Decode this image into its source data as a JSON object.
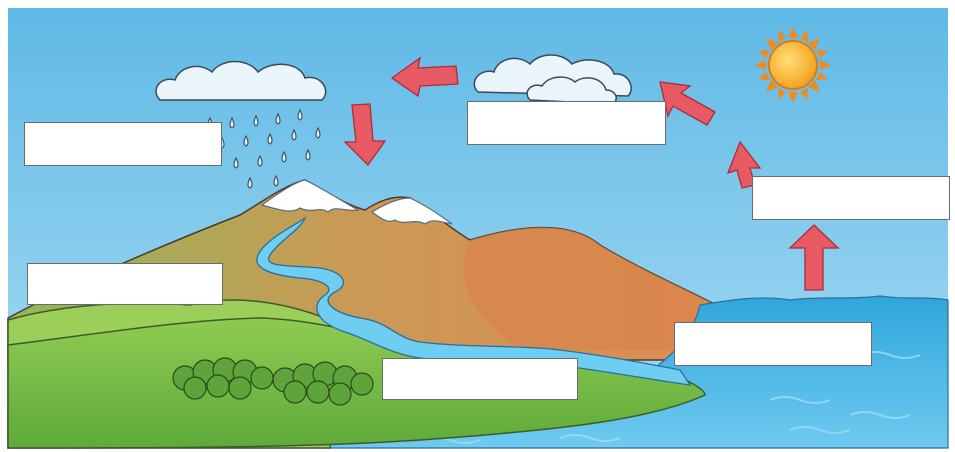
{
  "diagram": {
    "subject": "water-cycle",
    "label_boxes": [
      {
        "id": "box-precipitation-area",
        "text": ""
      },
      {
        "id": "box-cloud-area",
        "text": ""
      },
      {
        "id": "box-evaporation-area",
        "text": ""
      },
      {
        "id": "box-mountain-left",
        "text": ""
      },
      {
        "id": "box-sea-shore",
        "text": ""
      },
      {
        "id": "box-river-forest",
        "text": ""
      }
    ],
    "colors": {
      "sky": "#7cc7ec",
      "sea": "#3fb4e3",
      "land_green": "#7dc04a",
      "mountain_brown": "#c98a4a",
      "river": "#5ec1ea",
      "arrow": "#e85560",
      "sun": "#f6b12f",
      "cloud": "#e9f4fb"
    }
  }
}
